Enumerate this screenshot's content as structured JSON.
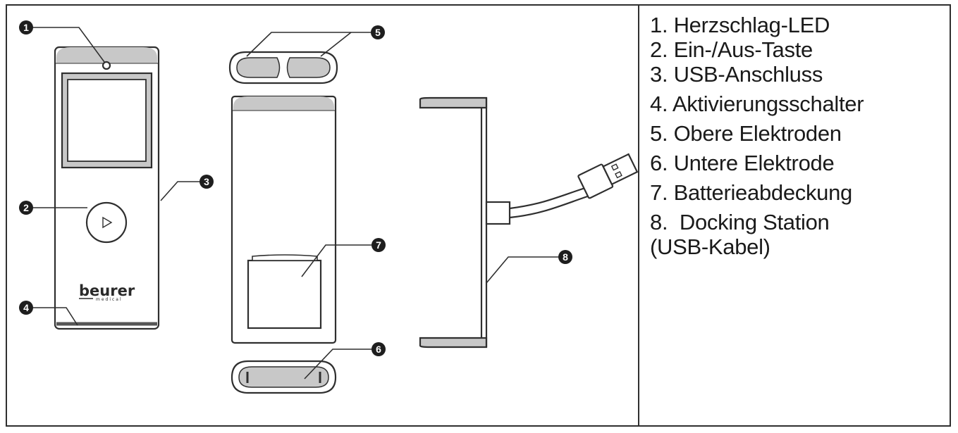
{
  "callouts": [
    "1",
    "2",
    "3",
    "4",
    "5",
    "6",
    "7",
    "8"
  ],
  "brand": {
    "name": "beurer",
    "sub": "medical"
  },
  "legend": [
    {
      "lines": [
        "1. Herzschlag-LED"
      ]
    },
    {
      "lines": [
        "2. Ein-/Aus-Taste"
      ]
    },
    {
      "lines": [
        "3. USB-Anschluss"
      ]
    },
    {
      "lines": [
        "4. Aktivierungsschalter"
      ]
    },
    {
      "lines": [
        "5. Obere Elektroden"
      ]
    },
    {
      "lines": [
        "6. Untere Elektrode"
      ]
    },
    {
      "lines": [
        "7. Batterieabdeckung"
      ]
    },
    {
      "lines": [
        "8.  Docking Station",
        "(USB-Kabel)"
      ]
    }
  ],
  "colors": {
    "line": "#2f2f2f",
    "shade": "#c8c8c8",
    "badge": "#1e1e1e"
  }
}
